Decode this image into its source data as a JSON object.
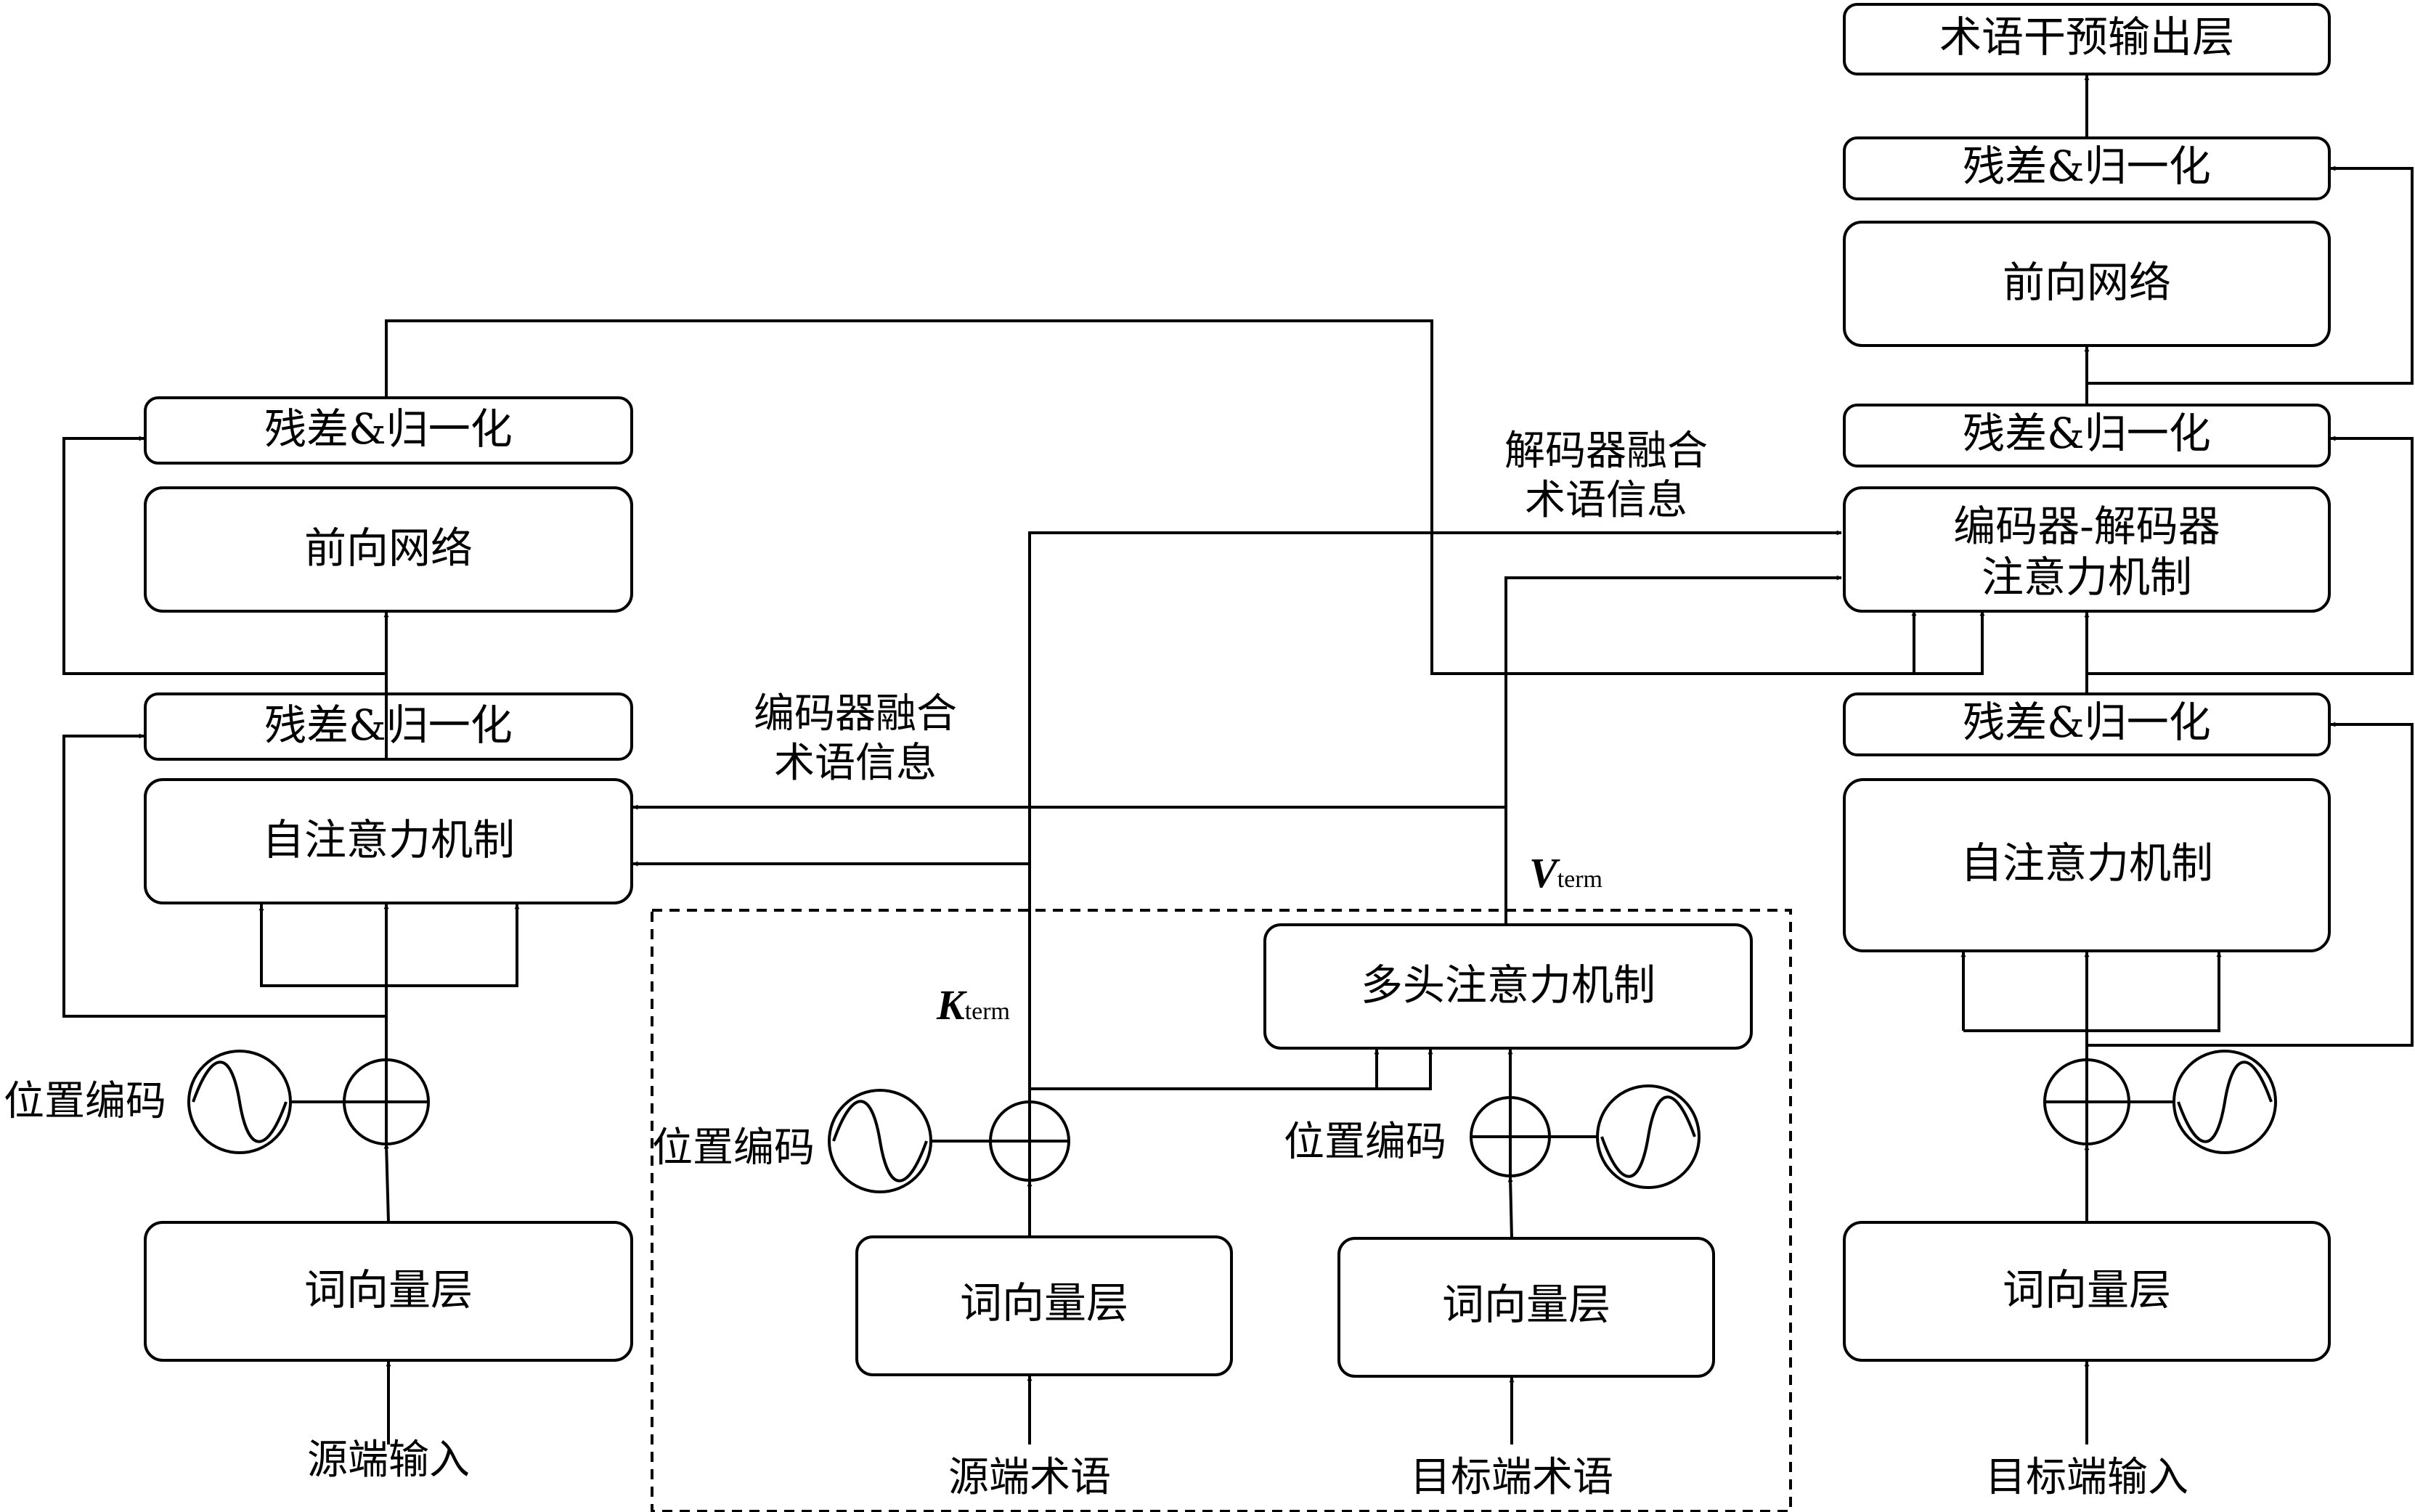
{
  "encoder": {
    "add_norm_top": "残差&归一化",
    "feed_forward": "前向网络",
    "add_norm_bottom": "残差&归一化",
    "self_attention": "自注意力机制",
    "positional_encoding": "位置编码",
    "embedding": "词向量层",
    "input": "源端输入"
  },
  "term_module": {
    "multi_head_attention": "多头注意力机制",
    "source_positional_encoding": "位置编码",
    "source_embedding": "词向量层",
    "source_input": "源端术语",
    "target_positional_encoding": "位置编码",
    "target_embedding": "词向量层",
    "target_input": "目标端术语",
    "k_label": {
      "main": "K",
      "sub": "term"
    },
    "v_label": {
      "main": "V",
      "sub": "term"
    }
  },
  "annotations": {
    "encoder_fusion": [
      "编码器融合",
      "术语信息"
    ],
    "decoder_fusion": [
      "解码器融合",
      "术语信息"
    ]
  },
  "decoder": {
    "output_layer": "术语干预输出层",
    "add_norm_top": "残差&归一化",
    "feed_forward": "前向网络",
    "add_norm_mid": "残差&归一化",
    "cross_attention": [
      "编码器-解码器",
      "注意力机制"
    ],
    "add_norm_bottom": "残差&归一化",
    "self_attention": "自注意力机制",
    "embedding": "词向量层",
    "input": "目标端输入"
  }
}
